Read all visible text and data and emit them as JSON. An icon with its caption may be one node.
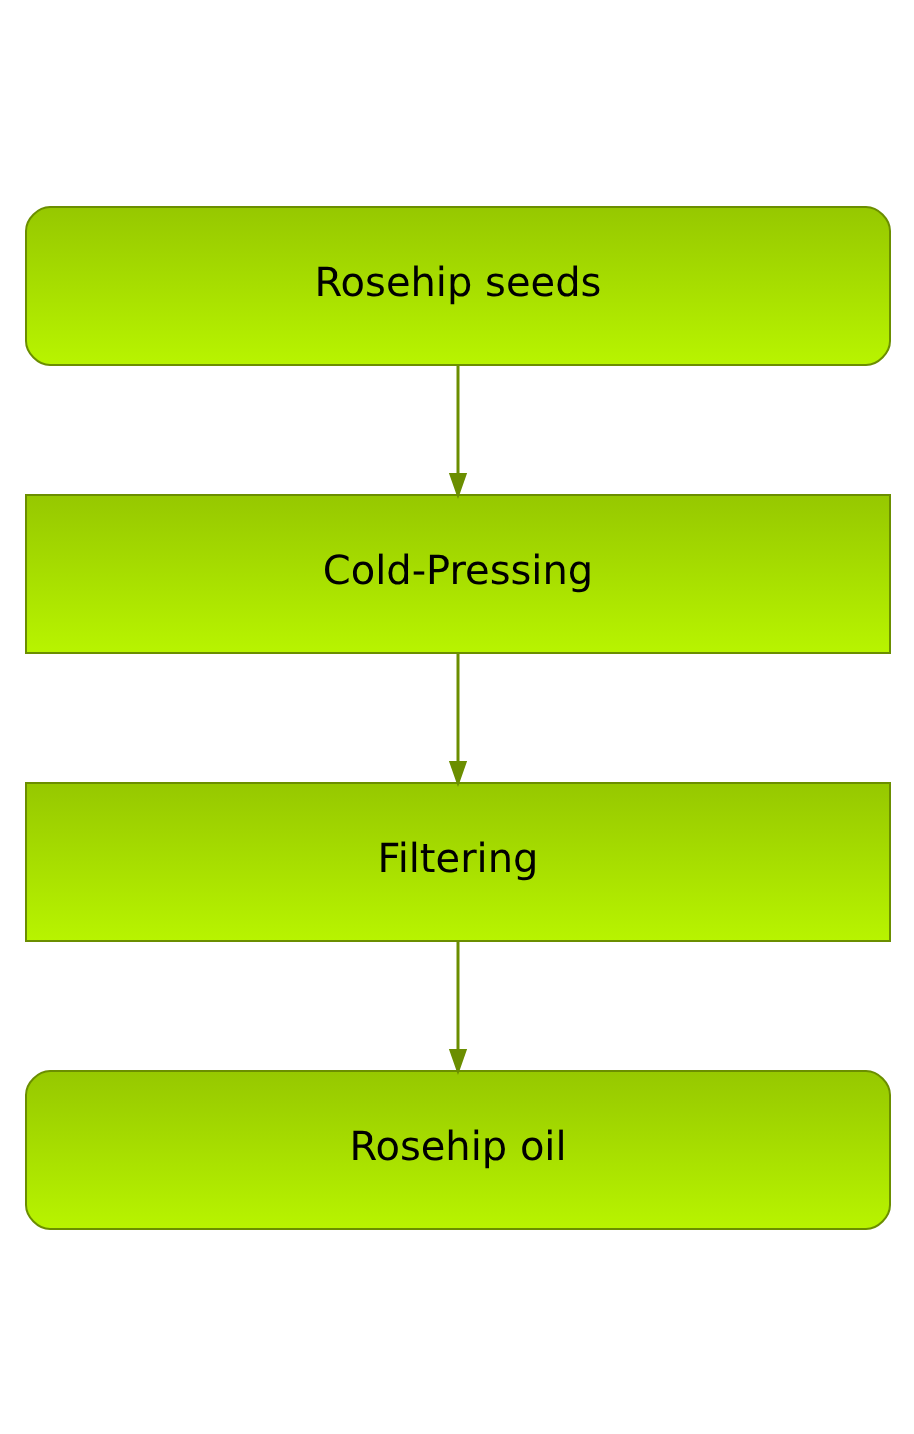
{
  "diagram": {
    "nodes": [
      {
        "text": [
          "Rosehip seeds"
        ]
      },
      {
        "text": [
          "Cold-Pressing"
        ]
      },
      {
        "text": [
          "Filtering"
        ]
      },
      {
        "text": [
          "Rosehip oil"
        ]
      }
    ],
    "edges": [
      {
        "from": 0,
        "to": 1,
        "arrow": "to"
      },
      {
        "from": 1,
        "to": 2,
        "arrow": "to"
      },
      {
        "from": 2,
        "to": 3,
        "arrow": "to"
      }
    ]
  }
}
